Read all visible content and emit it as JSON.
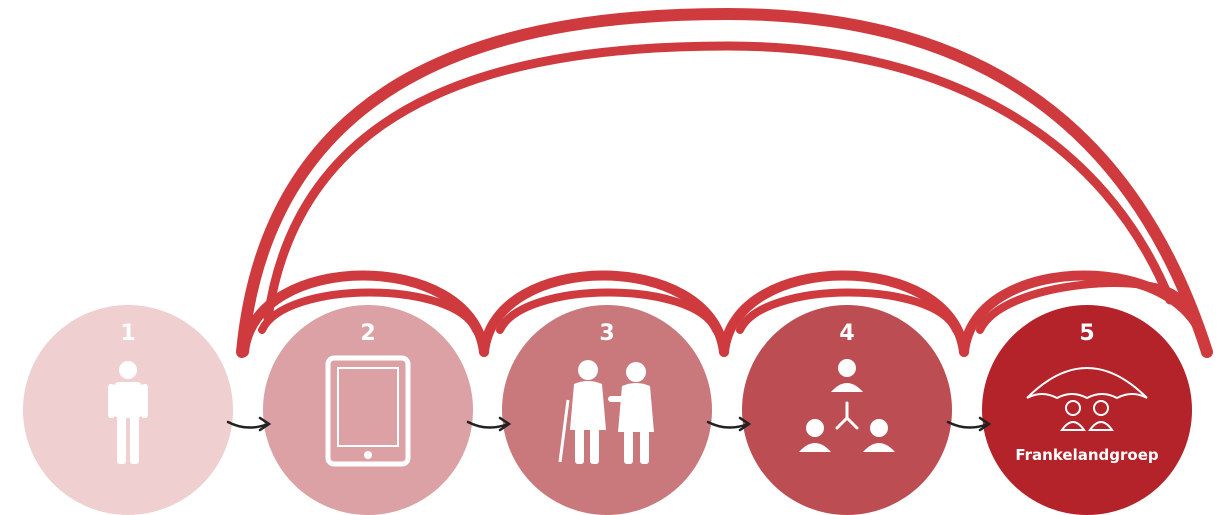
{
  "steps": [
    {
      "number": "1",
      "icon": "person-icon",
      "color": "#f0cfd0"
    },
    {
      "number": "2",
      "icon": "tablet-icon",
      "color": "#dba1a5"
    },
    {
      "number": "3",
      "icon": "elderly-couple-icon",
      "color": "#c9787c"
    },
    {
      "number": "4",
      "icon": "network-people-icon",
      "color": "#bc4d52"
    },
    {
      "number": "5",
      "icon": "umbrella-family-icon",
      "color": "#b4222a",
      "label": "Frankelandgroep"
    }
  ],
  "colors": {
    "arc": "#cf3a3f",
    "arrow": "#222222"
  }
}
